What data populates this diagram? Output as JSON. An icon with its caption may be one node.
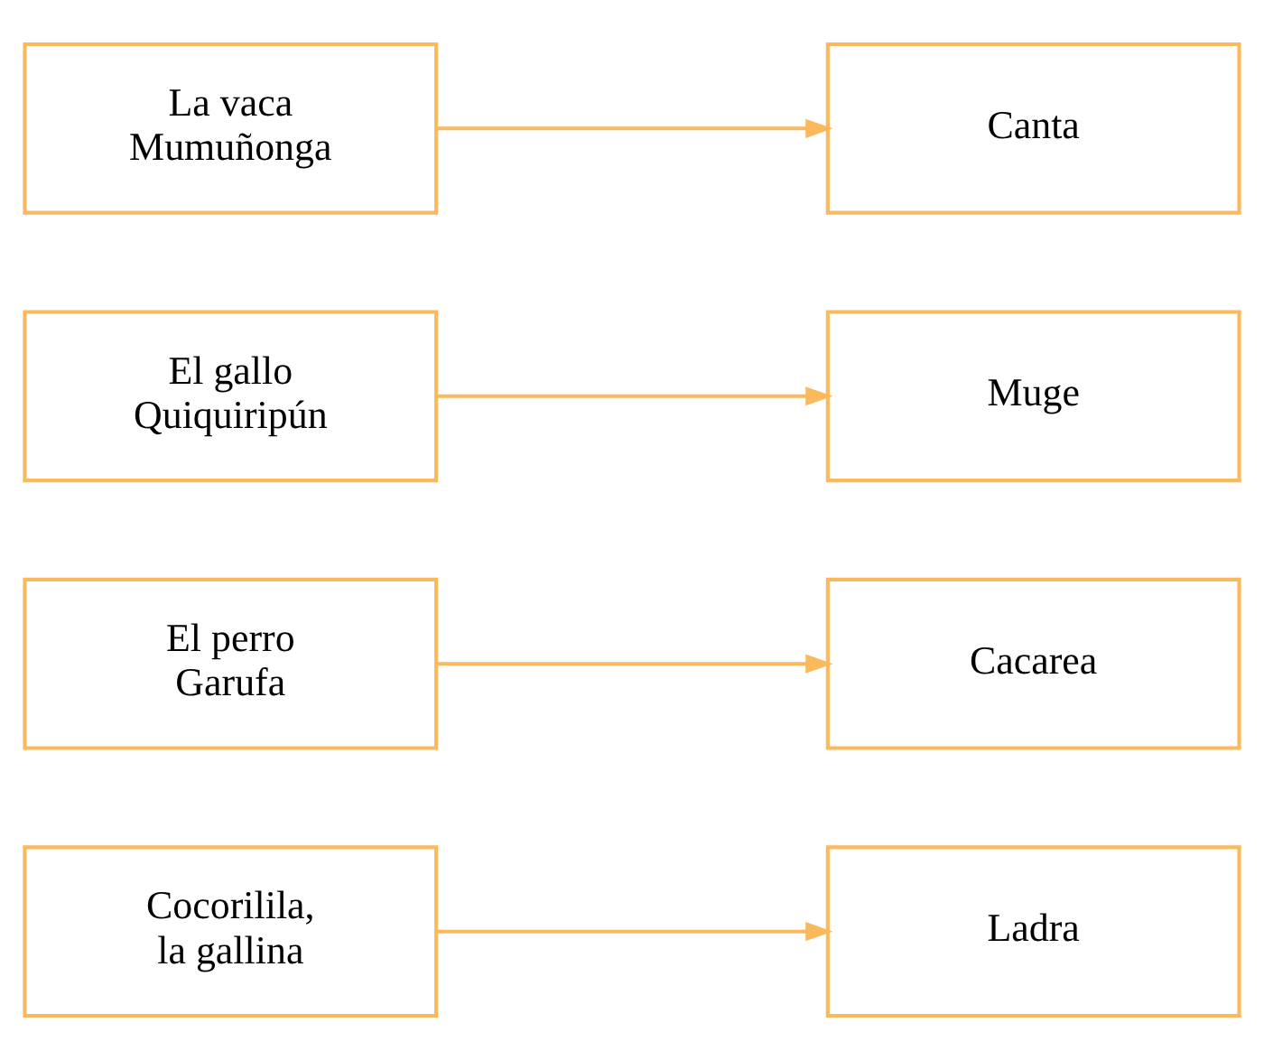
{
  "diagram": {
    "nodes": [
      {
        "text": [
          "Cocorilila, la gallina"
        ]
      },
      {
        "text": [
          "El perro Garufa"
        ]
      },
      {
        "text": [
          "El gallo Quiquiripún"
        ]
      },
      {
        "text": [
          "La vaca Mumuñonga"
        ]
      },
      {
        "text": [
          "Muge"
        ]
      },
      {
        "text": [
          "Ladra"
        ]
      },
      {
        "text": [
          "Cacarea"
        ]
      },
      {
        "text": [
          "Canta"
        ]
      }
    ],
    "edges": [
      {
        "from": 0,
        "to": 5,
        "arrow": "to"
      },
      {
        "from": 1,
        "to": 6,
        "arrow": "to"
      },
      {
        "from": 2,
        "to": 4,
        "arrow": "to"
      },
      {
        "from": 3,
        "to": 7,
        "arrow": "to"
      }
    ]
  }
}
